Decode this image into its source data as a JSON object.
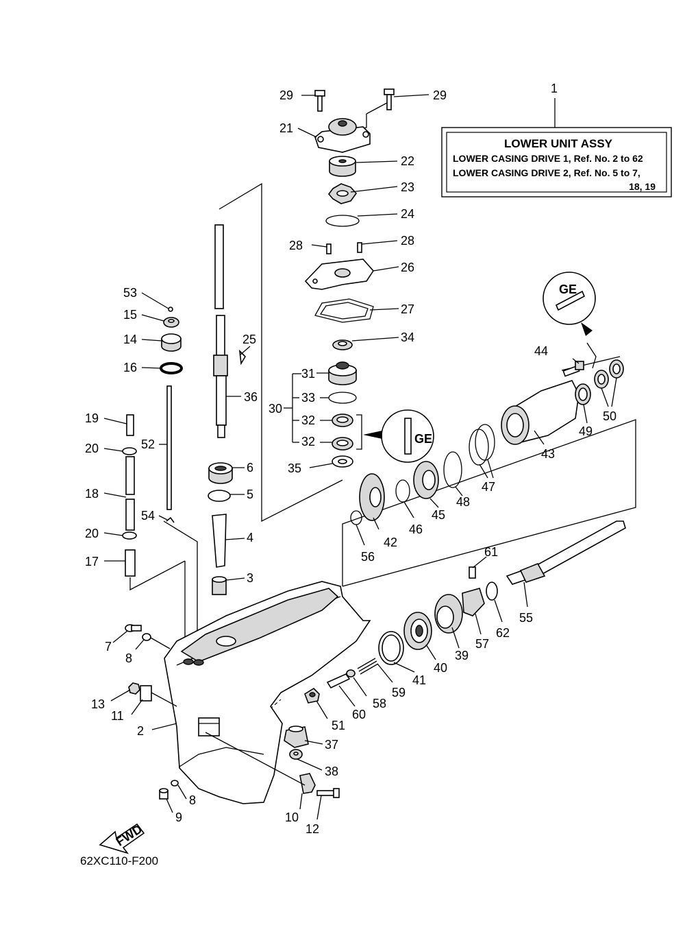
{
  "box": {
    "ref": "1",
    "title": "LOWER UNIT ASSY",
    "line1": "LOWER CASING DRIVE 1,  Ref. No. 2 to 62",
    "line2": "LOWER CASING DRIVE 2,  Ref. No. 5 to 7,",
    "line3": "18, 19"
  },
  "fwd_label": "FWD",
  "caption": "62XC110-F200",
  "callouts": [
    "2",
    "3",
    "4",
    "5",
    "6",
    "7",
    "8",
    "8",
    "9",
    "10",
    "11",
    "12",
    "13",
    "14",
    "15",
    "16",
    "17",
    "18",
    "19",
    "20",
    "20",
    "21",
    "22",
    "23",
    "24",
    "25",
    "26",
    "27",
    "28",
    "28",
    "29",
    "29",
    "30",
    "31",
    "32",
    "32",
    "33",
    "34",
    "35",
    "36",
    "37",
    "38",
    "39",
    "40",
    "41",
    "42",
    "43",
    "44",
    "45",
    "46",
    "47",
    "48",
    "49",
    "50",
    "51",
    "52",
    "53",
    "54",
    "55",
    "56",
    "57",
    "58",
    "59",
    "60",
    "61",
    "62"
  ]
}
